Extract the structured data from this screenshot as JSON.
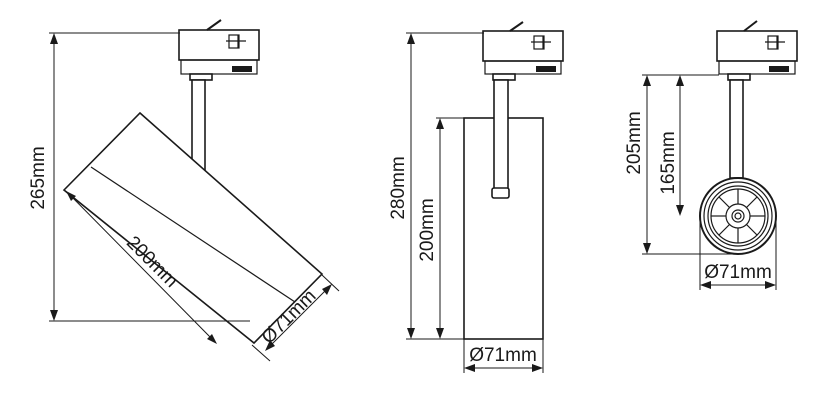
{
  "views": {
    "angled": {
      "height_label": "265mm",
      "length_label": "200mm",
      "diameter_label": "Ø71mm"
    },
    "side": {
      "total_height_label": "280mm",
      "body_height_label": "200mm",
      "diameter_label": "Ø71mm"
    },
    "front": {
      "height_label": "205mm",
      "center_height_label": "165mm",
      "diameter_label": "Ø71mm"
    }
  }
}
